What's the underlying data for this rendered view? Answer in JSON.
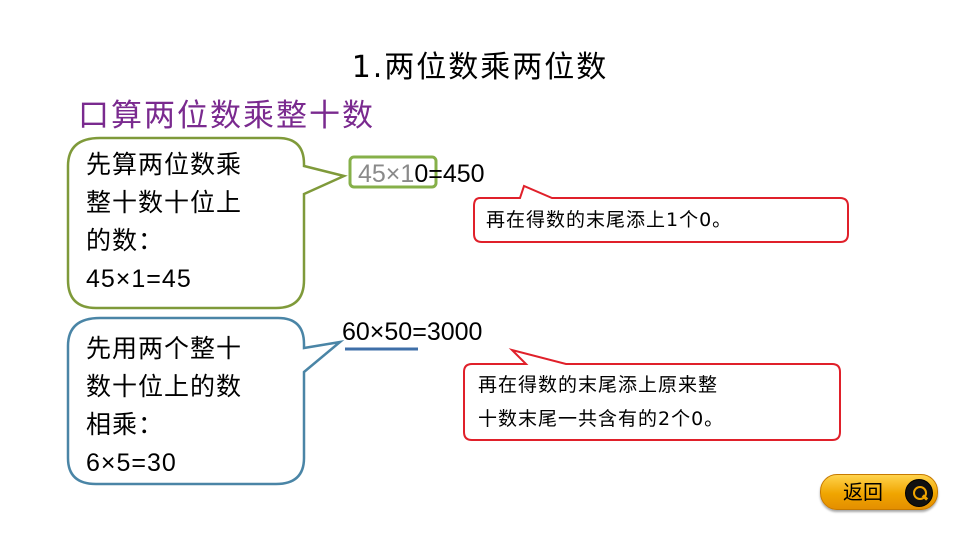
{
  "title": "1.两位数乘两位数",
  "subtitle": "口算两位数乘整十数",
  "bubble_top": {
    "lines": [
      "先算两位数乘",
      "整十数十位上",
      "的数：",
      "45×1=45"
    ]
  },
  "equation_top": {
    "highlight": "45×1",
    "rest": "0=450"
  },
  "note_top": "再在得数的末尾添上1个0。",
  "bubble_bottom": {
    "lines": [
      "先用两个整十",
      "数十位上的数",
      "相乘：",
      "6×5=30"
    ]
  },
  "equation_bottom": "60×50=3000",
  "note_bottom": {
    "lines": [
      "再在得数的末尾添上原来整",
      "十数末尾一共含有的2个0。"
    ]
  },
  "back_button": {
    "label": "返回",
    "icon": "magnifier-icon"
  },
  "colors": {
    "subtitle": "#7a2a8f",
    "bubble_top_border": "#7f9a3a",
    "bubble_bottom_border": "#4a85a6",
    "note_border": "#e0202a",
    "highlight_box": "#86b049",
    "underline": "#3f6fa8",
    "back_button": "#f0a500"
  }
}
